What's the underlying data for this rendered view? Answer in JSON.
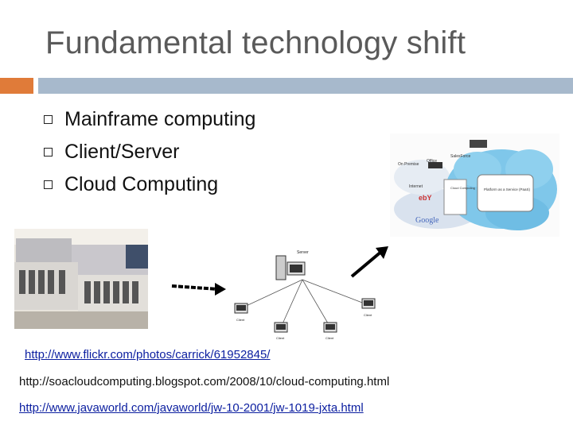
{
  "slide": {
    "title": "Fundamental technology shift",
    "bullets": [
      {
        "text": "Mainframe computing"
      },
      {
        "text": "Client/Server"
      },
      {
        "text": "Cloud Computing"
      }
    ]
  },
  "images": {
    "mainframe": {
      "icon": "mainframe-photo"
    },
    "client_server": {
      "server_label": "Server",
      "client_labels": [
        "Client",
        "Client",
        "Client",
        "Client"
      ]
    },
    "cloud": {
      "labels": [
        "On Premise",
        "Office",
        "SalesForce",
        "Internet",
        "Cloud Computing",
        "Platform as a Service (PaaS)",
        "ebY",
        "Google"
      ]
    }
  },
  "links": [
    "http://www.flickr.com/photos/carrick/61952845/",
    "http://soacloudcomputing.blogspot.com/2008/10/cloud-computing.html",
    "http://www.javaworld.com/javaworld/jw-10-2001/jw-1019-jxta.html"
  ],
  "colors": {
    "accent_orange": "#e07b39",
    "accent_blue": "#a7b9cc",
    "link": "#0b1ea0"
  }
}
